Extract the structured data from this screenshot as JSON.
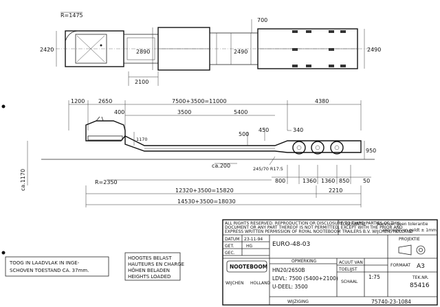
{
  "top_view": {
    "radius": "R=1475",
    "width_front": "2420",
    "width_deck": "2890",
    "ext": "700",
    "width_mid": "2490",
    "width_rear": "2490",
    "dim_below": "2100"
  },
  "side_view": {
    "d_1200": "1200",
    "d_2650": "2650",
    "d_main": "7500+3500=11000",
    "d_4380": "4380",
    "d_400": "400",
    "d_3500": "3500",
    "d_5400": "5400",
    "d_340": "340",
    "d_450": "450",
    "d_500": "500",
    "d_1170": "1170",
    "d_950": "950",
    "ca200": "ca.200",
    "tyre": "245/70 R17.5",
    "ca1170": "ca.1170",
    "r2350": "R=2350",
    "d_800": "800",
    "d_1360a": "1360",
    "d_1360b": "1360",
    "d_850": "850",
    "d_50": "50",
    "d_15820": "12320+3500=15820",
    "d_2210": "2210",
    "d_18030": "14530+3500=18030"
  },
  "title_block": {
    "copyright": [
      "ALL RIGHTS RESERVED. REPRODUCTION OR DISCLOSURE TO THIRD PARTIES OF THIS",
      "DOCUMENT OR ANY PART THEREOF IS NOT PERMITTED, EXCEPT WITH THE PRIOR AND",
      "EXPRESS WRITTEN PERMISSION OF ROYAL NOOTEBOOM TRAILERS B.V. WIJCHEN, HOLLAND"
    ],
    "tolerantie_label": "TOLERANTIE",
    "tolerantie_text1": "Wanneer geen tolerantie",
    "tolerantie_text2": "aangegeven geldt ± 1mm",
    "datum_label": "DATUM",
    "datum_value": "23-11-94",
    "get_label": "GET.",
    "get_value": "HG",
    "gec_label": "GEC.",
    "drawing_title": "EURO-48-03",
    "projektie_label": "PROJEKTIE",
    "logo_text": "NOOTEBOOM",
    "wijchen": "WIJCHEN",
    "holland": "HOLLAND",
    "opmerking_label": "OPMERKING",
    "opm_line1": "HN20/2650B",
    "opm_line2": "LDVL: 7500 (5400+2100)",
    "opm_line3": "U-DEEL: 3500",
    "acuut_label": "ACUUT VAN",
    "toeluist_label": "TOELIJST",
    "schaal_label": "SCHAAL",
    "schaal_value": "1:75",
    "formaat_label": "FORMAAT",
    "formaat_value": "A3",
    "tekening_label": "TEK.NR.",
    "tekening_value": "85416",
    "wijziging_label": "WIJZIGING",
    "watermark_num": "75740-23-1084"
  },
  "notes": {
    "box1_line1": "TOOG IN LAADVLAK IN INGE-",
    "box1_line2": "SCHOVEN TOESTAND CA. 37mm.",
    "heights_line1": "HOOGTES BELAST",
    "heights_line2": "HAUTEURS EN CHARGE",
    "heights_line3": "HÖHEN BELADEN",
    "heights_line4": "HEIGHTS LOADED"
  }
}
